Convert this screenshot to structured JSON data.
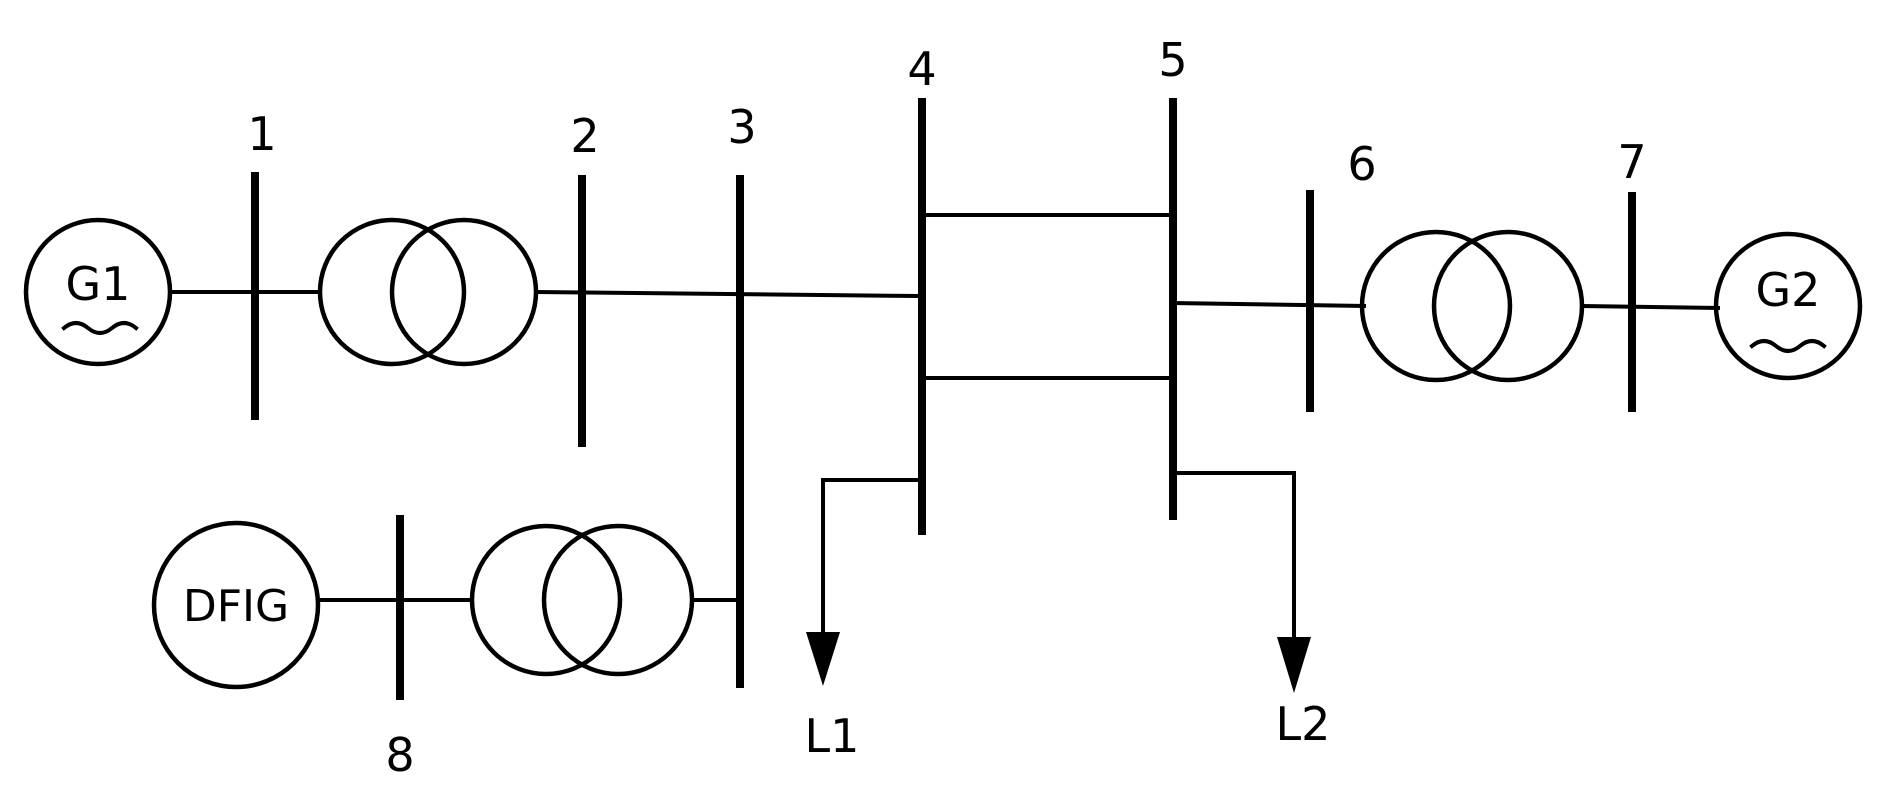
{
  "buses": {
    "b1": "1",
    "b2": "2",
    "b3": "3",
    "b4": "4",
    "b5": "5",
    "b6": "6",
    "b7": "7",
    "b8": "8"
  },
  "generators": {
    "g1": "G1",
    "g2": "G2",
    "dfig": "DFIG",
    "g1_symbol": "~",
    "g2_symbol": "~"
  },
  "loads": {
    "l1": "L1",
    "l2": "L2"
  }
}
